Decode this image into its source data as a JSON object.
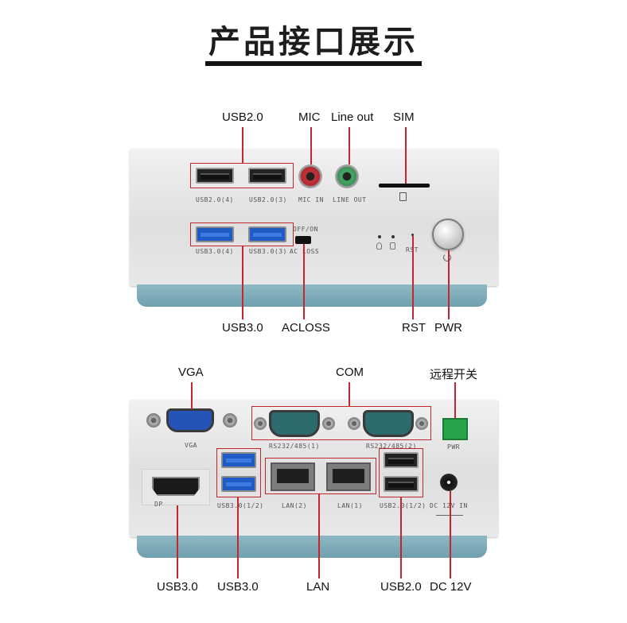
{
  "title": "产品接口展示",
  "front": {
    "labels": {
      "usb20": "USB2.0",
      "mic": "MIC",
      "line_out": "Line out",
      "sim": "SIM",
      "usb30": "USB3.0",
      "acloss": "ACLOSS",
      "rst": "RST",
      "pwr": "PWR"
    },
    "captions": {
      "usb20_4": "USB2.0(4)",
      "usb20_3": "USB2.0(3)",
      "mic_in": "MIC IN",
      "line_out": "LINE OUT",
      "usb30_4": "USB3.0(4)",
      "usb30_3": "USB3.0(3)",
      "off_on": "OFF/ON",
      "ac_loss": "AC LOSS",
      "rst": "RST"
    }
  },
  "rear": {
    "labels": {
      "vga": "VGA",
      "com": "COM",
      "remote_switch": "远程开关",
      "usb30_left": "USB3.0",
      "usb30_mid": "USB3.0",
      "lan": "LAN",
      "usb20": "USB2.0",
      "dc12v": "DC 12V"
    },
    "captions": {
      "vga": "VGA",
      "com1": "RS232/485(1)",
      "com2": "RS232/485(2)",
      "pwr": "PWR",
      "dp": "DP",
      "usb30_12": "USB3.0(1/2)",
      "lan2": "LAN(2)",
      "lan1": "LAN(1)",
      "usb20_12": "USB2.0(1/2)",
      "dc_in": "DC 12V IN"
    }
  },
  "colors": {
    "accent_line": "#c4262e",
    "usb3_blue": "#1f5bc4",
    "base_blue": "#7fa9b6"
  }
}
